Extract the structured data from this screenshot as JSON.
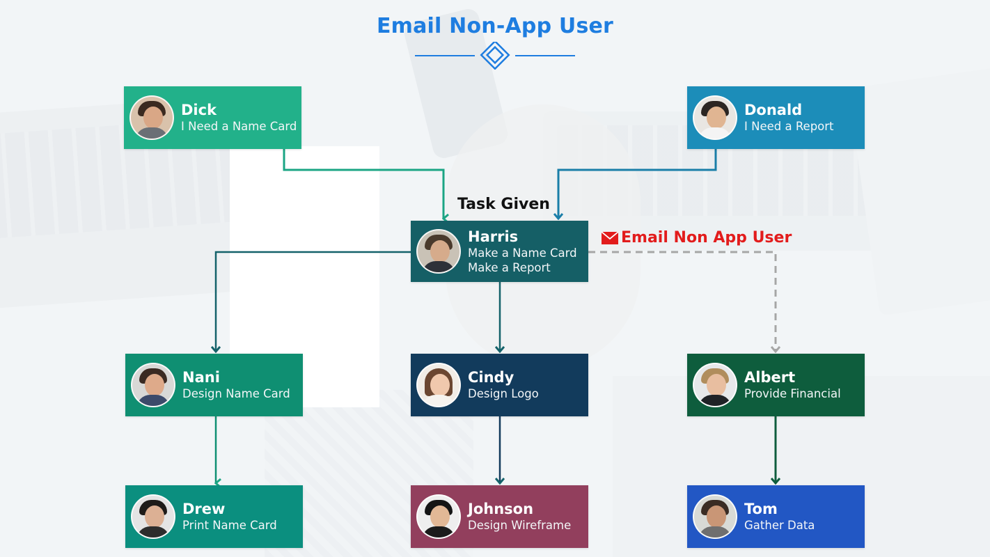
{
  "title": "Email Non-App User",
  "connector_labels": {
    "task_given": "Task Given",
    "email": "Email Non App User"
  },
  "colors": {
    "title": "#1e7de0",
    "email_label": "#e21c1c"
  },
  "nodes": {
    "dick": {
      "name": "Dick",
      "lines": [
        "I Need a Name Card"
      ],
      "color": "#22b18a"
    },
    "donald": {
      "name": "Donald",
      "lines": [
        "I Need a Report"
      ],
      "color": "#1c8db9"
    },
    "harris": {
      "name": "Harris",
      "lines": [
        "Make a Name Card",
        "Make a Report"
      ],
      "color": "#155f66"
    },
    "nani": {
      "name": "Nani",
      "lines": [
        "Design Name Card"
      ],
      "color": "#0f8f72"
    },
    "cindy": {
      "name": "Cindy",
      "lines": [
        "Design Logo"
      ],
      "color": "#123b5c"
    },
    "albert": {
      "name": "Albert",
      "lines": [
        "Provide Financial"
      ],
      "color": "#0e5d3d"
    },
    "drew": {
      "name": "Drew",
      "lines": [
        "Print Name Card"
      ],
      "color": "#0b8f7f"
    },
    "johnson": {
      "name": "Johnson",
      "lines": [
        "Design Wireframe"
      ],
      "color": "#923f5d"
    },
    "tom": {
      "name": "Tom",
      "lines": [
        "Gather Data"
      ],
      "color": "#2257c4"
    }
  }
}
